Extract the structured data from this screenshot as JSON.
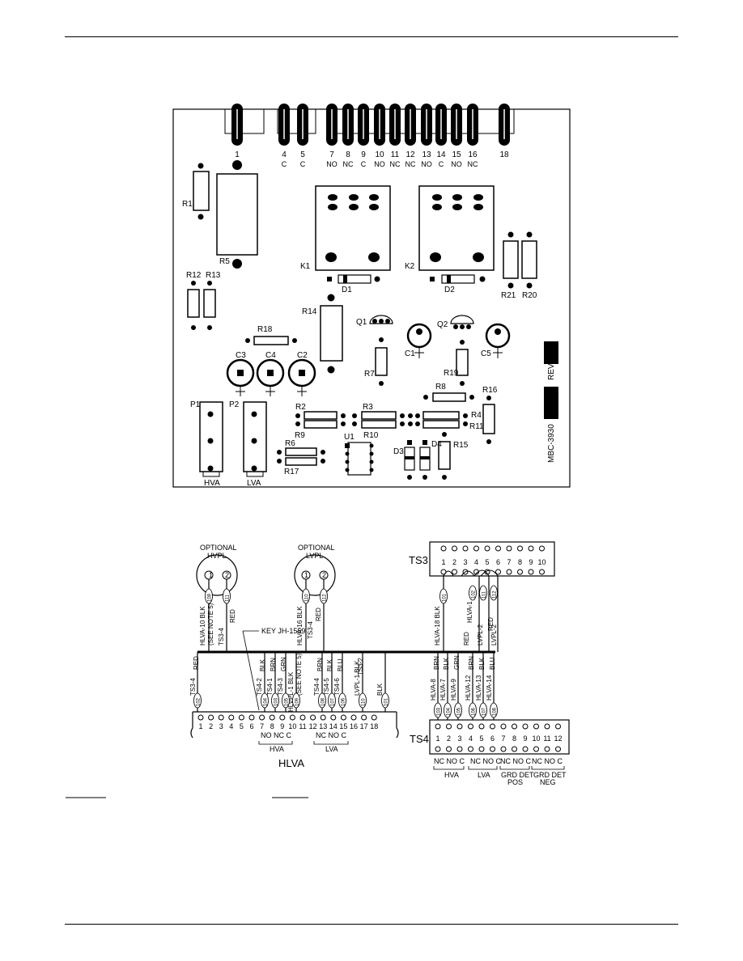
{
  "board": {
    "connector_pins": [
      {
        "num": "1",
        "sub": ""
      },
      {
        "num": "4",
        "sub": "C"
      },
      {
        "num": "5",
        "sub": "C"
      },
      {
        "num": "7",
        "sub": "NO"
      },
      {
        "num": "8",
        "sub": "NC"
      },
      {
        "num": "9",
        "sub": "C"
      },
      {
        "num": "10",
        "sub": "NO"
      },
      {
        "num": "11",
        "sub": "NC"
      },
      {
        "num": "12",
        "sub": "NC"
      },
      {
        "num": "13",
        "sub": "NO"
      },
      {
        "num": "14",
        "sub": "C"
      },
      {
        "num": "15",
        "sub": "NO"
      },
      {
        "num": "16",
        "sub": "NC"
      },
      {
        "num": "18",
        "sub": ""
      }
    ],
    "labels": {
      "R1": "R1",
      "R5": "R5",
      "K1": "K1",
      "K2": "K2",
      "D1": "D1",
      "D2": "D2",
      "R12": "R12",
      "R13": "R13",
      "R14": "R14",
      "R18": "R18",
      "R21": "R21",
      "R20": "R20",
      "Q1": "Q1",
      "Q2": "Q2",
      "C1": "C1",
      "C5": "C5",
      "R7": "R7",
      "R19": "R19",
      "C3": "C3",
      "C4": "C4",
      "C2": "C2",
      "R8": "R8",
      "R16": "R16",
      "P1": "P1",
      "P2": "P2",
      "R2": "R2",
      "R9": "R9",
      "R3": "R3",
      "R10": "R10",
      "R4": "R4",
      "R11": "R11",
      "R6": "R6",
      "R17": "R17",
      "U1": "U1",
      "D3": "D3",
      "D4": "D4",
      "R15": "R15",
      "HVA": "HVA",
      "LVA": "LVA",
      "rev": "REV.",
      "part": "MBC-3930"
    }
  },
  "wiring": {
    "optional_hvpl": [
      "OPTIONAL",
      "HVPL"
    ],
    "optional_lvpl": [
      "OPTIONAL",
      "LVPL"
    ],
    "ts3_label": "TS3",
    "ts4_label": "TS4",
    "hlva_label": "HLVA",
    "key_label": "KEY JH-1559",
    "ts3_pins": [
      "1",
      "2",
      "3",
      "4",
      "5",
      "6",
      "7",
      "8",
      "9",
      "10"
    ],
    "ts4_pins": [
      "1",
      "2",
      "3",
      "4",
      "5",
      "6",
      "7",
      "8",
      "9",
      "10",
      "11",
      "12"
    ],
    "hlva_pins": [
      "1",
      "2",
      "3",
      "4",
      "5",
      "6",
      "7",
      "8",
      "9",
      "10",
      "11",
      "12",
      "13",
      "14",
      "15",
      "16",
      "17",
      "18"
    ],
    "hlva_groups": {
      "nonc": "NO NC C",
      "hva": "HVA",
      "nonc2": "NC NO C",
      "lva": "LVA"
    },
    "ts4_groups": {
      "g1": "NC NO C",
      "g2": "NC NO C",
      "g3": "NC NO C",
      "g4": "NC NO C",
      "hva": "HVA",
      "lva": "LVA",
      "grd1": "GRD DET",
      "pos": "POS",
      "grd2": "GRD DET",
      "neg": "NEG"
    },
    "top_wires": [
      "HLVA-10 BLK",
      "(SEE NOTE 5)",
      "TS3-4",
      "RED",
      "HLVA-16 BLK",
      "TS3-4",
      "RED",
      "HLVA-18 BLK",
      "RED",
      "HLVA-1",
      "LVPL-2",
      "RED",
      "LVPL-2"
    ],
    "top_wire_tags": [
      "109",
      "111",
      "110",
      "112",
      "101",
      "102",
      "111",
      "112"
    ],
    "hlva_wires": [
      "TS3-4",
      "RED",
      "TS4-2",
      "BLK",
      "TS4-1",
      "BRN",
      "TS4-3",
      "GRN",
      "HLVPL-1 BLK",
      "(SEE NOTE 5)",
      "TS4-4",
      "BRN",
      "TS4-5",
      "BLK",
      "TS4-6",
      "BLU",
      "LVPL-1 BLK",
      "TS3-2",
      "BLK"
    ],
    "hlva_tags": [
      "102",
      "104",
      "103",
      "105",
      "109",
      "108",
      "107",
      "106",
      "110",
      "101"
    ],
    "ts4_wires": [
      "HLVA-8",
      "BRN",
      "HLVA-7",
      "BLK",
      "HLVA-9",
      "GRN",
      "HLVA-12",
      "BRN",
      "HLVA-13",
      "BLK",
      "HLVA-14",
      "BLU"
    ],
    "ts4_tags": [
      "103",
      "104",
      "105",
      "106",
      "107",
      "108"
    ]
  }
}
